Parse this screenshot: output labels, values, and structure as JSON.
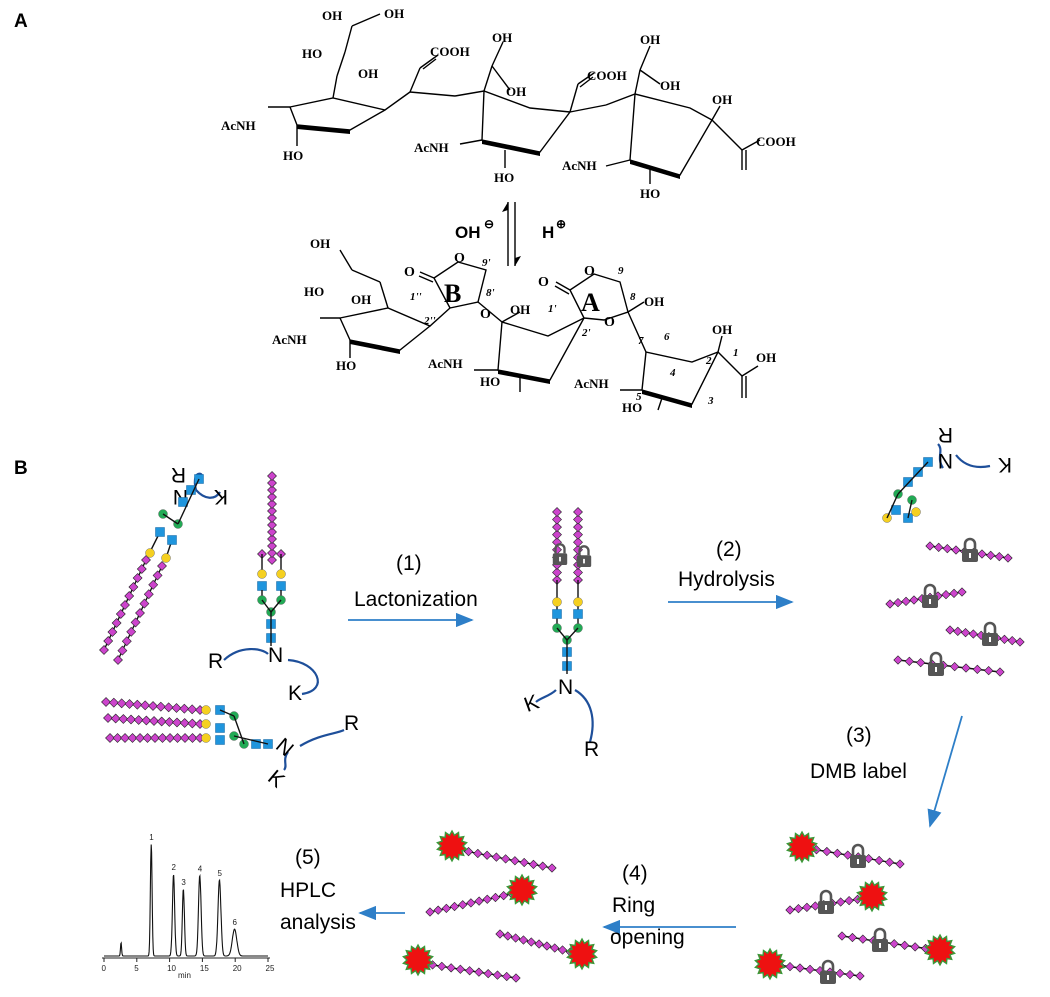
{
  "panels": {
    "a": "A",
    "b": "B"
  },
  "chemistry": {
    "top": {
      "oh": "OH",
      "cooh": "COOH",
      "acnh": "AcNH",
      "ho": "HO"
    },
    "equilibrium": {
      "left": "OH",
      "left_sup": "⊖",
      "right": "H",
      "right_sup": "⊕"
    },
    "bottom": {
      "ring_a": "A",
      "ring_b": "B",
      "numbers": [
        "1",
        "2",
        "3",
        "4",
        "5",
        "6",
        "7",
        "8",
        "9",
        "1'",
        "2'",
        "8'",
        "9'",
        "1''",
        "2''"
      ]
    }
  },
  "steps": [
    {
      "number": "(1)",
      "label": "Lactonization"
    },
    {
      "number": "(2)",
      "label": "Hydrolysis"
    },
    {
      "number": "(3)",
      "label": "DMB label"
    },
    {
      "number": "(4)",
      "label_line1": "Ring",
      "label_line2": "opening"
    },
    {
      "number": "(5)",
      "label_line1": "HPLC",
      "label_line2": "analysis"
    }
  ],
  "residues": {
    "r": "R",
    "n": "N",
    "k": "K"
  },
  "chromatogram": {
    "peaks": [
      "1",
      "2",
      "3",
      "4",
      "5",
      "6"
    ],
    "x_ticks": [
      "0",
      "5",
      "10",
      "15",
      "20",
      "25"
    ],
    "x_unit": "min"
  },
  "colors": {
    "sialic_acid": "#cc44cc",
    "glcnac": "#1f95dd",
    "mannose": "#22aa55",
    "galactose": "#f5d020",
    "lock": "#555555",
    "dmb_label": "#ee1111",
    "arrow": "#2e7fc8",
    "peptide": "#1e4f9a"
  }
}
